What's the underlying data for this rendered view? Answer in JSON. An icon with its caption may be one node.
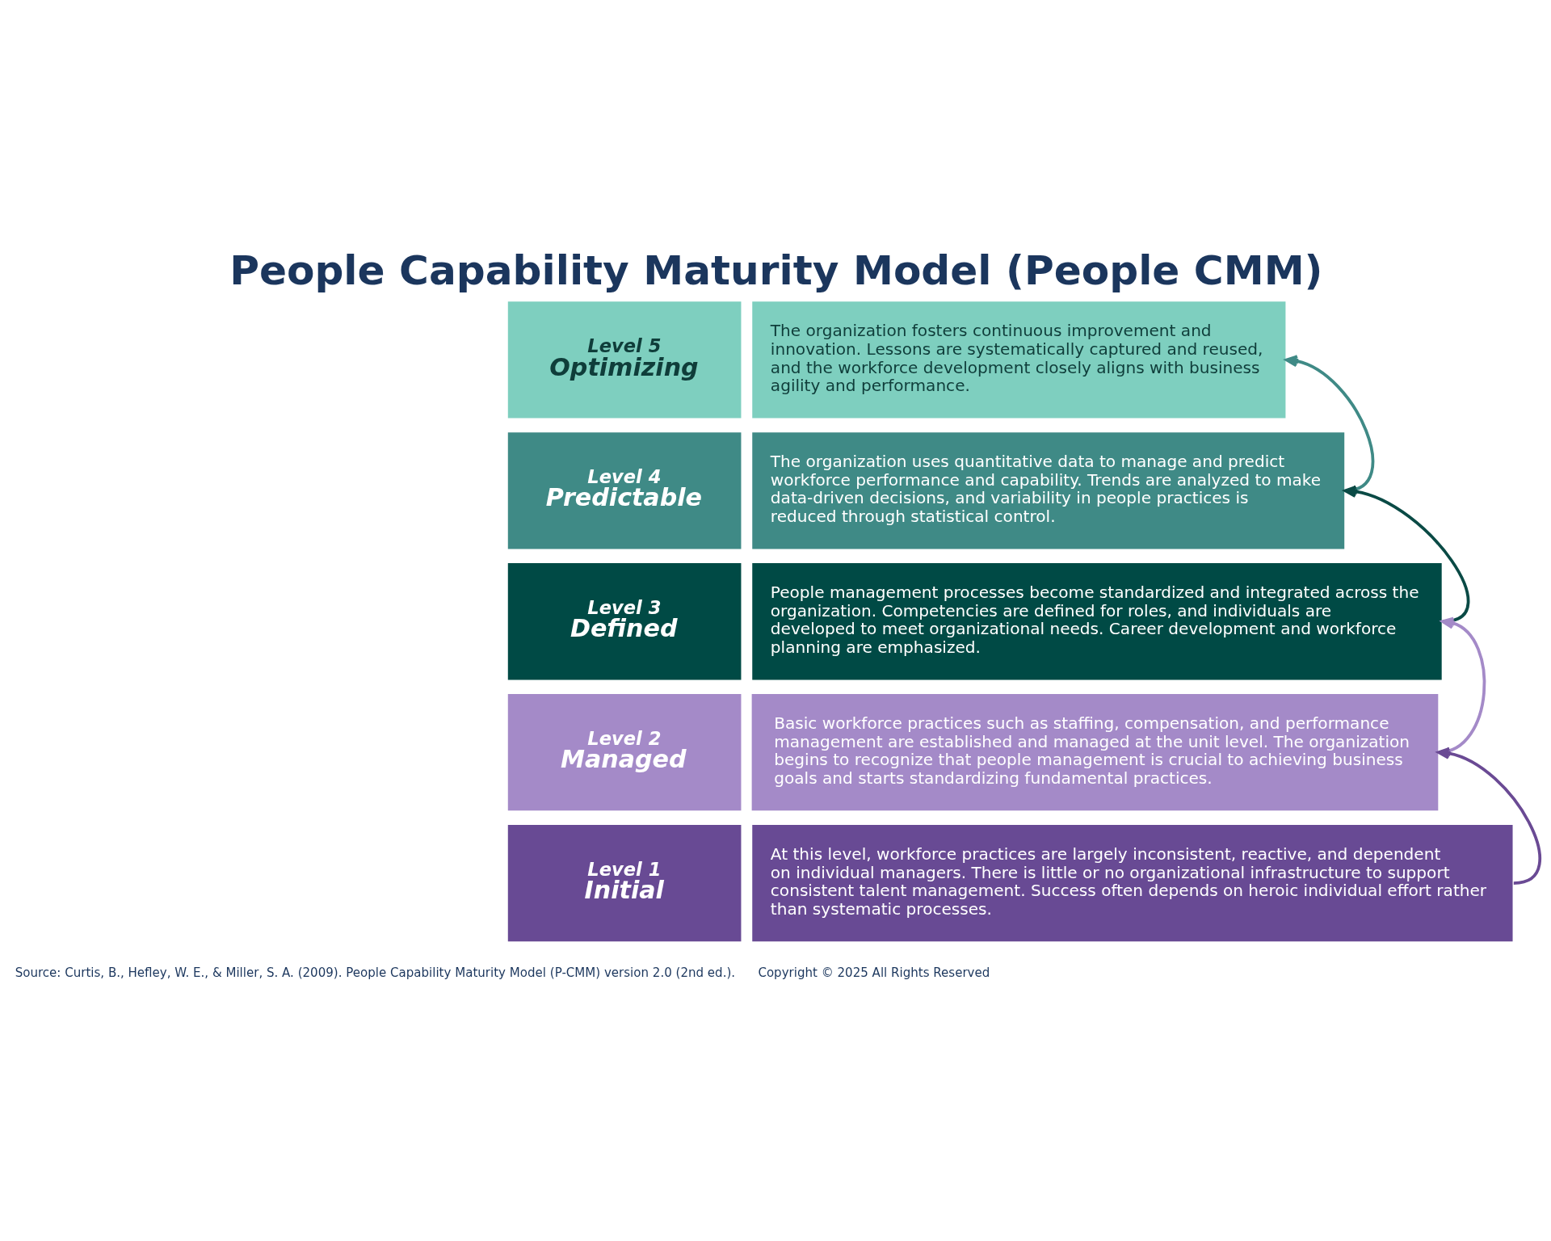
{
  "diagram": {
    "title": "People Capability Maturity Model (People CMM)",
    "nodes": [
      {
        "text": [
          "Level 5",
          "Optimizing"
        ]
      },
      {
        "text": [
          "The organization fosters continuous improvement and innovation. Lessons are systematically captured and reused, and the workforce development closely aligns with business agility and performance."
        ]
      },
      {
        "text": [
          "Level 4",
          "Predictable"
        ]
      },
      {
        "text": [
          "The organization uses quantitative data to manage and predict workforce performance and capability. Trends are analyzed to make data-driven decisions, and variability in people practices is reduced through statistical control."
        ]
      },
      {
        "text": [
          "Level 3",
          "Defined"
        ]
      },
      {
        "text": [
          "People management processes become standardized and integrated across the organization. Competencies are defined for roles, and individuals are developed to meet organizational needs. Career development and workforce planning are emphasized."
        ]
      },
      {
        "text": [
          "Level 2",
          "Managed"
        ]
      },
      {
        "text": [
          "Basic workforce practices such as staffing, compensation, and performance management are established and managed at the unit level. The organization begins to recognize that people management is crucial to achieving business goals and starts standardizing fundamental practices."
        ]
      },
      {
        "text": [
          "Level 1",
          "Initial"
        ]
      },
      {
        "text": [
          "At this level, workforce practices are largely inconsistent, reactive, and dependent on individual managers. There is little or no organizational infrastructure to support consistent talent management. Success often depends on heroic individual effort rather than systematic processes."
        ]
      }
    ],
    "edges": [
      {
        "from": 9,
        "to": 7,
        "arrow": "to",
        "color": "#6a4a94"
      },
      {
        "from": 7,
        "to": 5,
        "arrow": "to",
        "color": "#a48ac8"
      },
      {
        "from": 5,
        "to": 3,
        "arrow": "to",
        "color": "#0a4a45"
      },
      {
        "from": 3,
        "to": 1,
        "arrow": "to",
        "color": "#3f8a86"
      }
    ],
    "labels": [
      "Source: Curtis, B., Hefley, W. E., & Miller, S. A. (2009). People Capability Maturity Model (P-CMM) version 2.0 (2nd ed.).",
      "Copyright © 2025 All Rights Reserved"
    ]
  }
}
